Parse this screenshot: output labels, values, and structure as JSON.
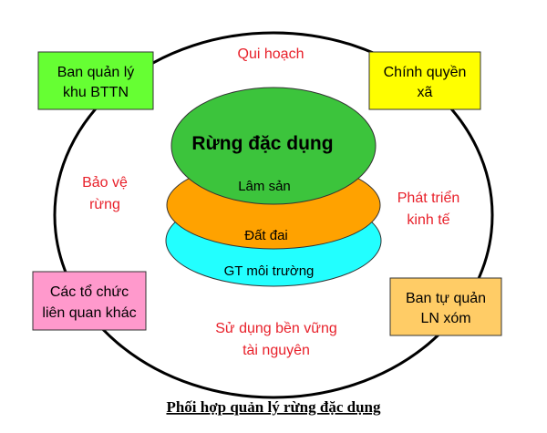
{
  "center": {
    "title": "Rừng đặc dụng",
    "layer1": "Lâm sản",
    "layer2": "Đất đai",
    "layer3": "GT môi trường"
  },
  "boxes": {
    "top_left": {
      "line1": "Ban quản lý",
      "line2": "khu BTTN",
      "color": "#66ff33"
    },
    "top_right": {
      "line1": "Chính quyền",
      "line2": "xã",
      "color": "#ffff00"
    },
    "bottom_left": {
      "line1": "Các tổ chức",
      "line2": "liên quan khác",
      "color": "#ff99cc"
    },
    "bottom_right": {
      "line1": "Ban tự quản",
      "line2": "LN xóm",
      "color": "#ffcc66"
    }
  },
  "labels": {
    "top": "Qui hoạch",
    "left": {
      "line1": "Bảo vệ",
      "line2": "rừng"
    },
    "right": {
      "line1": "Phát triển",
      "line2": "kinh tế"
    },
    "bottom": {
      "line1": "Sử dụng bền vững",
      "line2": "tài nguyên"
    }
  },
  "caption": "Phối hợp quản lý rừng đặc dụng",
  "colors": {
    "green": "#3cc43c",
    "orange": "#ffa200",
    "cyan": "#22ffff",
    "label_red": "#e8202a"
  }
}
